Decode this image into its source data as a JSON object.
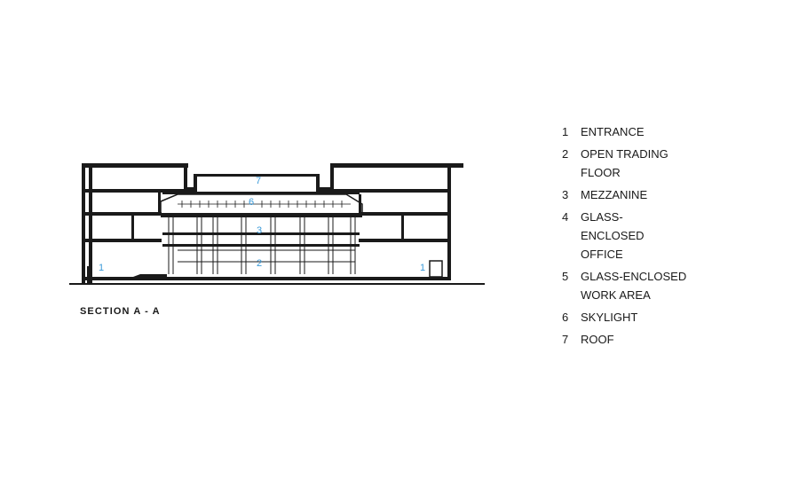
{
  "drawing": {
    "caption": "SECTION A - A",
    "callout_color": "#3a9ad9",
    "callouts": [
      {
        "number": "7",
        "refers_to": "roof"
      },
      {
        "number": "6",
        "refers_to": "skylight"
      },
      {
        "number": "3",
        "refers_to": "mezzanine"
      },
      {
        "number": "2",
        "refers_to": "open-trading-floor"
      },
      {
        "number": "1",
        "refers_to": "entrance-left"
      },
      {
        "number": "1",
        "refers_to": "entrance-right"
      }
    ]
  },
  "legend": [
    {
      "number": "1",
      "label": "ENTRANCE"
    },
    {
      "number": "2",
      "label": "OPEN TRADING\nFLOOR"
    },
    {
      "number": "3",
      "label": "MEZZANINE"
    },
    {
      "number": "4",
      "label": "GLASS-\nENCLOSED\nOFFICE"
    },
    {
      "number": "5",
      "label": "GLASS-ENCLOSED\nWORK AREA"
    },
    {
      "number": "6",
      "label": "SKYLIGHT"
    },
    {
      "number": "7",
      "label": "ROOF"
    }
  ]
}
